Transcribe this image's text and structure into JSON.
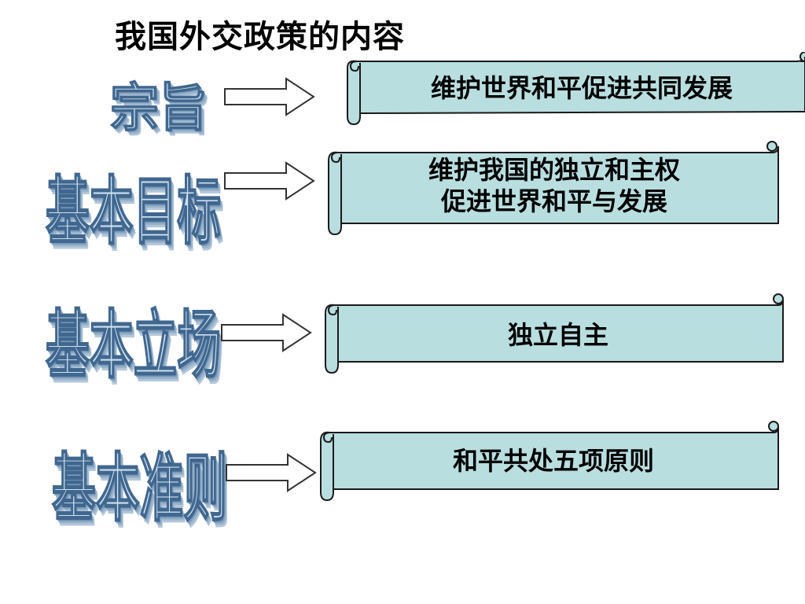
{
  "title": "我国外交政策的内容",
  "rows": [
    {
      "label": "宗旨",
      "content_lines": [
        "维护世界和平促进共同发展"
      ]
    },
    {
      "label": "基本目标",
      "content_lines": [
        "维护我国的独立和主权",
        "促进世界和平与发展"
      ]
    },
    {
      "label": "基本立场",
      "content_lines": [
        "独立自主"
      ]
    },
    {
      "label": "基本准则",
      "content_lines": [
        "和平共处五项原则"
      ]
    }
  ],
  "colors": {
    "scroll_fill": "#b9dee0",
    "scroll_outline": "#1a1a1a",
    "wordart_face": "#cfe0ee",
    "wordart_outline": "#40678f",
    "arrow_fill": "#ffffff"
  }
}
